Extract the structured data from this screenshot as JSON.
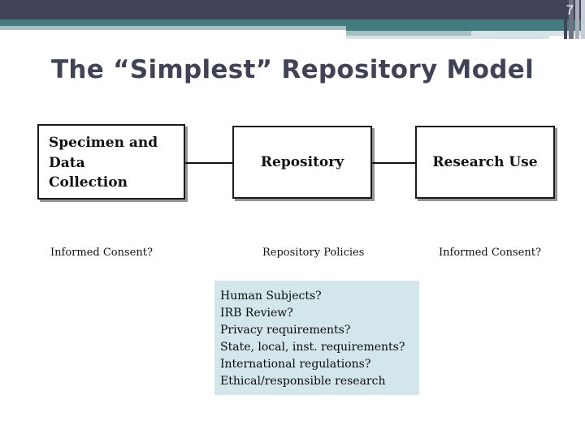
{
  "slide": {
    "page_number": "7",
    "title": "The “Simplest” Repository Model",
    "colors": {
      "band_dark": "#414458",
      "band_teal": "#437b80",
      "band_pale": "#a8c0c4",
      "band_faint": "#d6e3e6",
      "title_text": "#404256",
      "questions_background": "#d3e6ec",
      "box_border": "#1a1a1a",
      "box_shadow": "#828282"
    }
  },
  "diagram": {
    "boxes": [
      {
        "id": "specimen-and-data-collection",
        "text": "Specimen and\nData\nCollection"
      },
      {
        "id": "repository",
        "text": "Repository"
      },
      {
        "id": "research-use",
        "text": "Research Use"
      }
    ],
    "connectors": [
      {
        "from": "specimen-and-data-collection",
        "to": "repository"
      },
      {
        "from": "repository",
        "to": "research-use"
      }
    ],
    "captions": [
      {
        "id": "caption-collection",
        "text": "Informed Consent?"
      },
      {
        "id": "caption-repository",
        "text": "Repository Policies"
      },
      {
        "id": "caption-research-use",
        "text": "Informed Consent?"
      }
    ]
  },
  "questions": {
    "lines": [
      "Human Subjects?",
      "IRB Review?",
      "Privacy requirements?",
      "State, local, inst. requirements?",
      "International regulations?",
      "Ethical/responsible research"
    ]
  }
}
